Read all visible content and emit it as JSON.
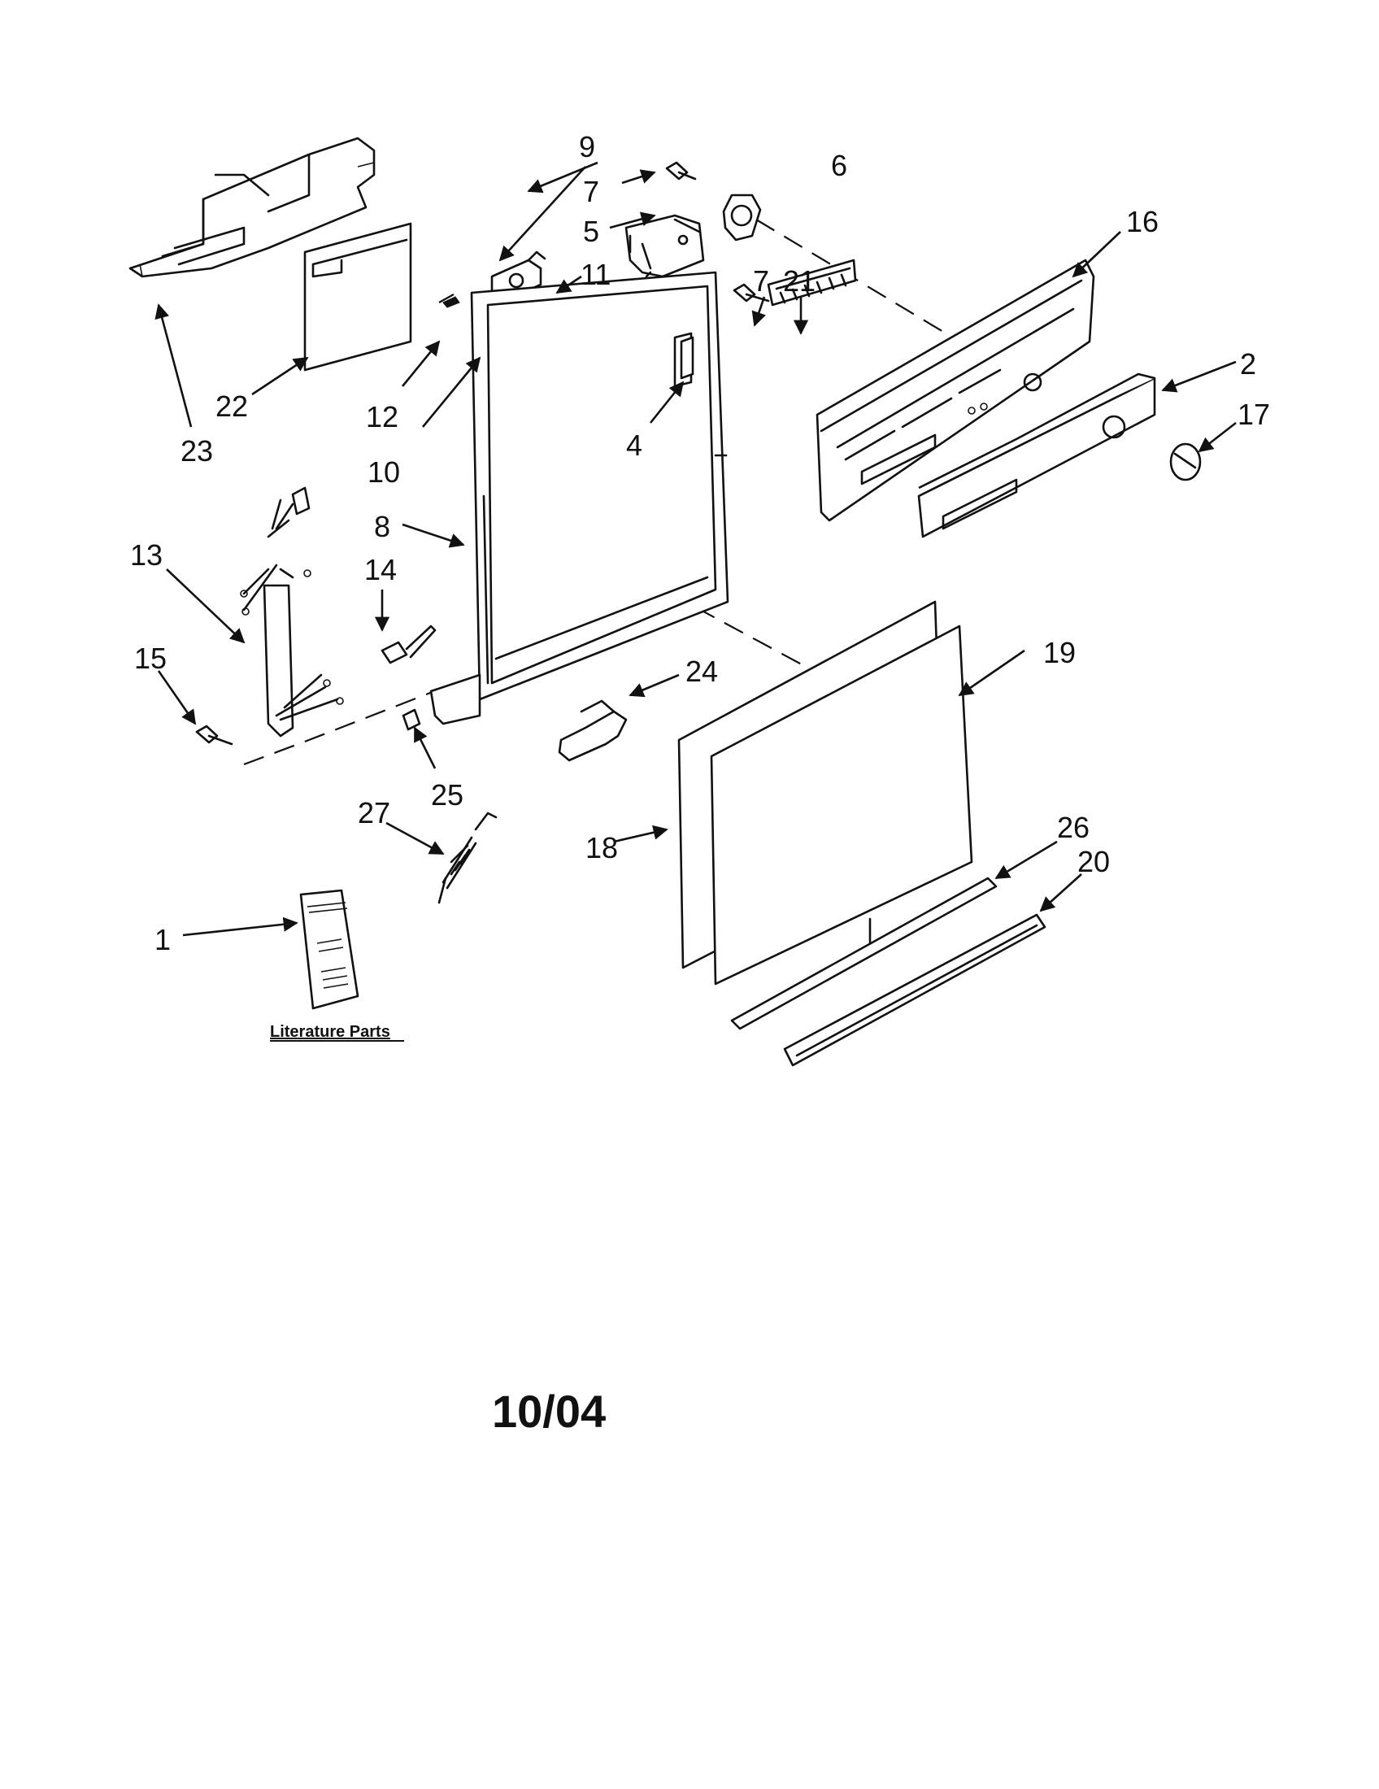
{
  "callouts": {
    "c1": "1",
    "c2": "2",
    "c4": "4",
    "c5": "5",
    "c6": "6",
    "c7a": "7",
    "c7b": "7",
    "c8": "8",
    "c9": "9",
    "c10": "10",
    "c11": "11",
    "c12": "12",
    "c13": "13",
    "c14": "14",
    "c15": "15",
    "c16": "16",
    "c17": "17",
    "c18": "18",
    "c19": "19",
    "c20": "20",
    "c21": "21",
    "c22": "22",
    "c23": "23",
    "c24": "24",
    "c25": "25",
    "c26": "26",
    "c27": "27"
  },
  "literature_label": "Literature Parts",
  "date_code": "10/04"
}
